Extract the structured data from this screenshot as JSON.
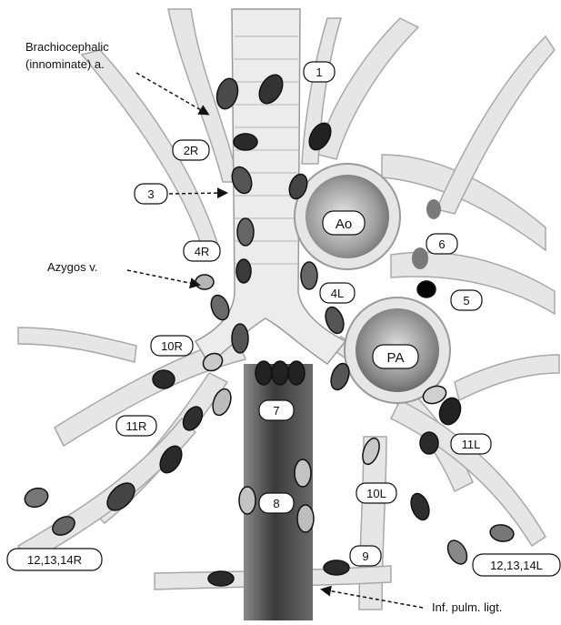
{
  "annotations": {
    "brachiocephalic_line1": "Brachiocephalic",
    "brachiocephalic_line2": "(innominate) a.",
    "azygos": "Azygos v.",
    "inf_pulm_ligt": "Inf. pulm. ligt."
  },
  "vessels": {
    "aorta": "Ao",
    "pulmonary_artery": "PA"
  },
  "stations": {
    "s1": "1",
    "s2R": "2R",
    "s3": "3",
    "s4R": "4R",
    "s4L": "4L",
    "s5": "5",
    "s6": "6",
    "s7": "7",
    "s8": "8",
    "s9": "9",
    "s10R": "10R",
    "s10L": "10L",
    "s11R": "11R",
    "s11L": "11L",
    "s12_14R": "12,13,14R",
    "s12_14L": "12,13,14L"
  },
  "colors": {
    "node_dark": "#2e2e2e",
    "node_mid": "#6e6e6e",
    "node_light": "#b9b9b9",
    "node_black": "#050505",
    "vessel": "#e4e4e4",
    "esophagus": "#5a5a5a"
  }
}
